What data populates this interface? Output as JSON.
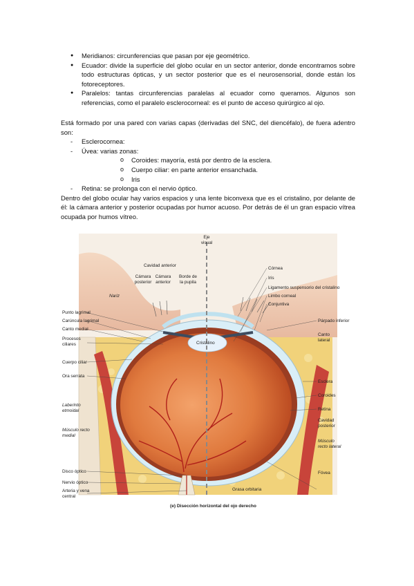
{
  "bullets": [
    {
      "term": "Meridianos",
      "text": ": circunferencias que pasan por eje geométrico."
    },
    {
      "term": "Ecuador",
      "text": ": divide la superficie del globo ocular en un sector anterior, donde encontramos sobre todo estructuras ópticas, y un sector posterior que es el neurosensorial, donde están los fotoreceptores."
    },
    {
      "term": "Paralelos",
      "text": ": tantas circunferencias paralelas al ecuador como queramos. Algunos son referencias, como el paralelo esclerocorneal: es el punto de acceso quirúrgico al ojo."
    }
  ],
  "intro": "Está formado por una pared con varias capas (derivadas del SNC, del diencéfalo), de fuera adentro son:",
  "layers": {
    "l1": "Esclerocornea:",
    "l2": "Úvea: varias zonas:",
    "uvea": [
      "Coroides: mayoría, está por dentro de la esclera.",
      "Cuerpo ciliar: en parte anterior ensanchada.",
      "Iris"
    ],
    "l3": "Retina: se prolonga con el nervio óptico."
  },
  "para2": "Dentro del globo ocular hay varios espacios y una lente biconvexa que es el cristalino, por delante de él: la cámara anterior y posterior ocupadas por humor acuoso. Por detrás de él un gran espacio vítrea ocupada por humos vítreo.",
  "figure": {
    "caption": "(e) Disección horizontal del ojo derecho",
    "top": {
      "eje1": "Eje",
      "eje2": "visual",
      "cavidad": "Cavidad anterior",
      "cam1a": "Cámara",
      "cam1b": "posterior",
      "cam2a": "Cámara",
      "cam2b": "anterior",
      "borde1": "Borde de",
      "borde2": "la pupila"
    },
    "left": {
      "nariz": "Nariz",
      "punto": "Punto lagrimal",
      "caruncula": "Carúncula lagrimal",
      "canto_medial": "Canto medial",
      "procesos1": "Procesos",
      "procesos2": "ciliares",
      "cuerpo": "Cuerpo ciliar",
      "ora": "Ora serrata",
      "laberinto1": "Laberinto",
      "laberinto2": "etmoidal",
      "musculo_m1": "Músculo recto",
      "musculo_m2": "medial",
      "disco": "Disco óptico",
      "nervio": "Nervio óptico",
      "arteria1": "Arteria y vena",
      "arteria2": "central"
    },
    "right": {
      "cornea": "Córnea",
      "iris": "Iris",
      "ligamento": "Ligamento suspensorio del cristalino",
      "limbo": "Limbo corneal",
      "conjuntiva": "Conjuntiva",
      "parpado": "Párpado inferior",
      "canto_l1": "Canto",
      "canto_l2": "lateral",
      "esclera": "Esclera",
      "coroides": "Coroides",
      "retina": "Retina",
      "cavidad_p1": "Cavidad",
      "cavidad_p2": "posterior",
      "musculo_l1": "Músculo",
      "musculo_l2": "recto lateral",
      "fovea": "Fóvea"
    },
    "inner": {
      "cristalino": "Cristalino",
      "grasa": "Grasa orbitaria"
    }
  }
}
